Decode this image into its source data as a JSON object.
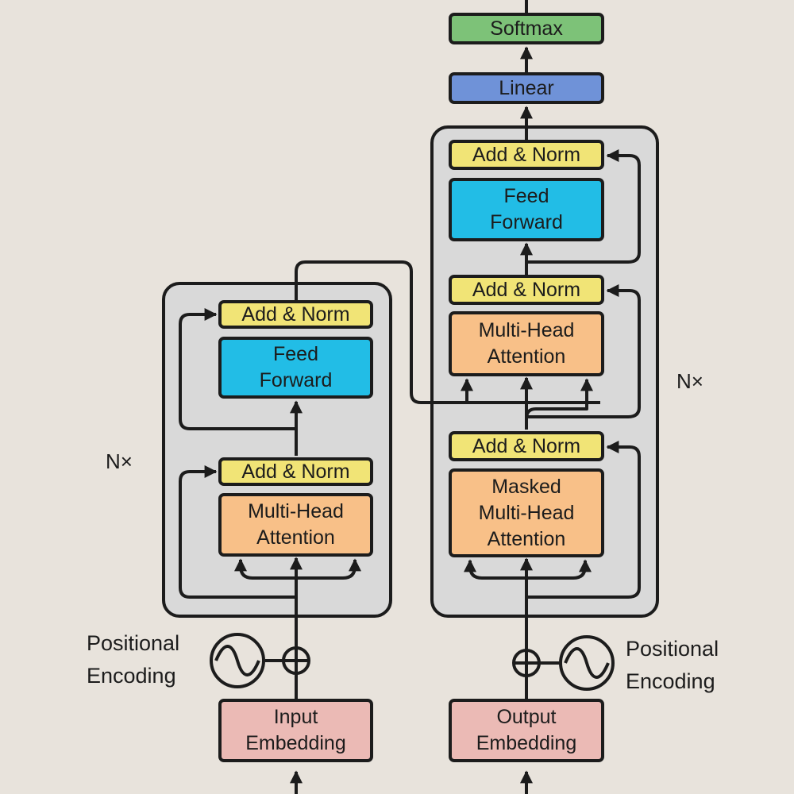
{
  "colors": {
    "background": "#e8e3dc",
    "panel": "#d9d9d9",
    "add_norm": "#f1e476",
    "feed_forward": "#22bde6",
    "attention": "#f8c088",
    "embedding": "#ebbab5",
    "linear": "#6f92d8",
    "softmax": "#7dc278",
    "stroke": "#1c1c1c"
  },
  "encoder": {
    "add_norm_top": "Add & Norm",
    "feed_forward": "Feed\nForward",
    "add_norm_bottom": "Add & Norm",
    "attention": "Multi-Head\nAttention",
    "repeat_label": "N×",
    "positional_encoding": "Positional\nEncoding",
    "embedding": "Input\nEmbedding"
  },
  "decoder": {
    "softmax": "Softmax",
    "linear": "Linear",
    "add_norm_top": "Add & Norm",
    "feed_forward": "Feed\nForward",
    "add_norm_middle": "Add & Norm",
    "cross_attention": "Multi-Head\nAttention",
    "add_norm_bottom": "Add & Norm",
    "masked_attention": "Masked\nMulti-Head\nAttention",
    "repeat_label": "N×",
    "positional_encoding": "Positional\nEncoding",
    "embedding": "Output\nEmbedding"
  },
  "icons": {
    "adder": "plus-circle-icon",
    "sine_wave": "sine-wave-icon"
  }
}
